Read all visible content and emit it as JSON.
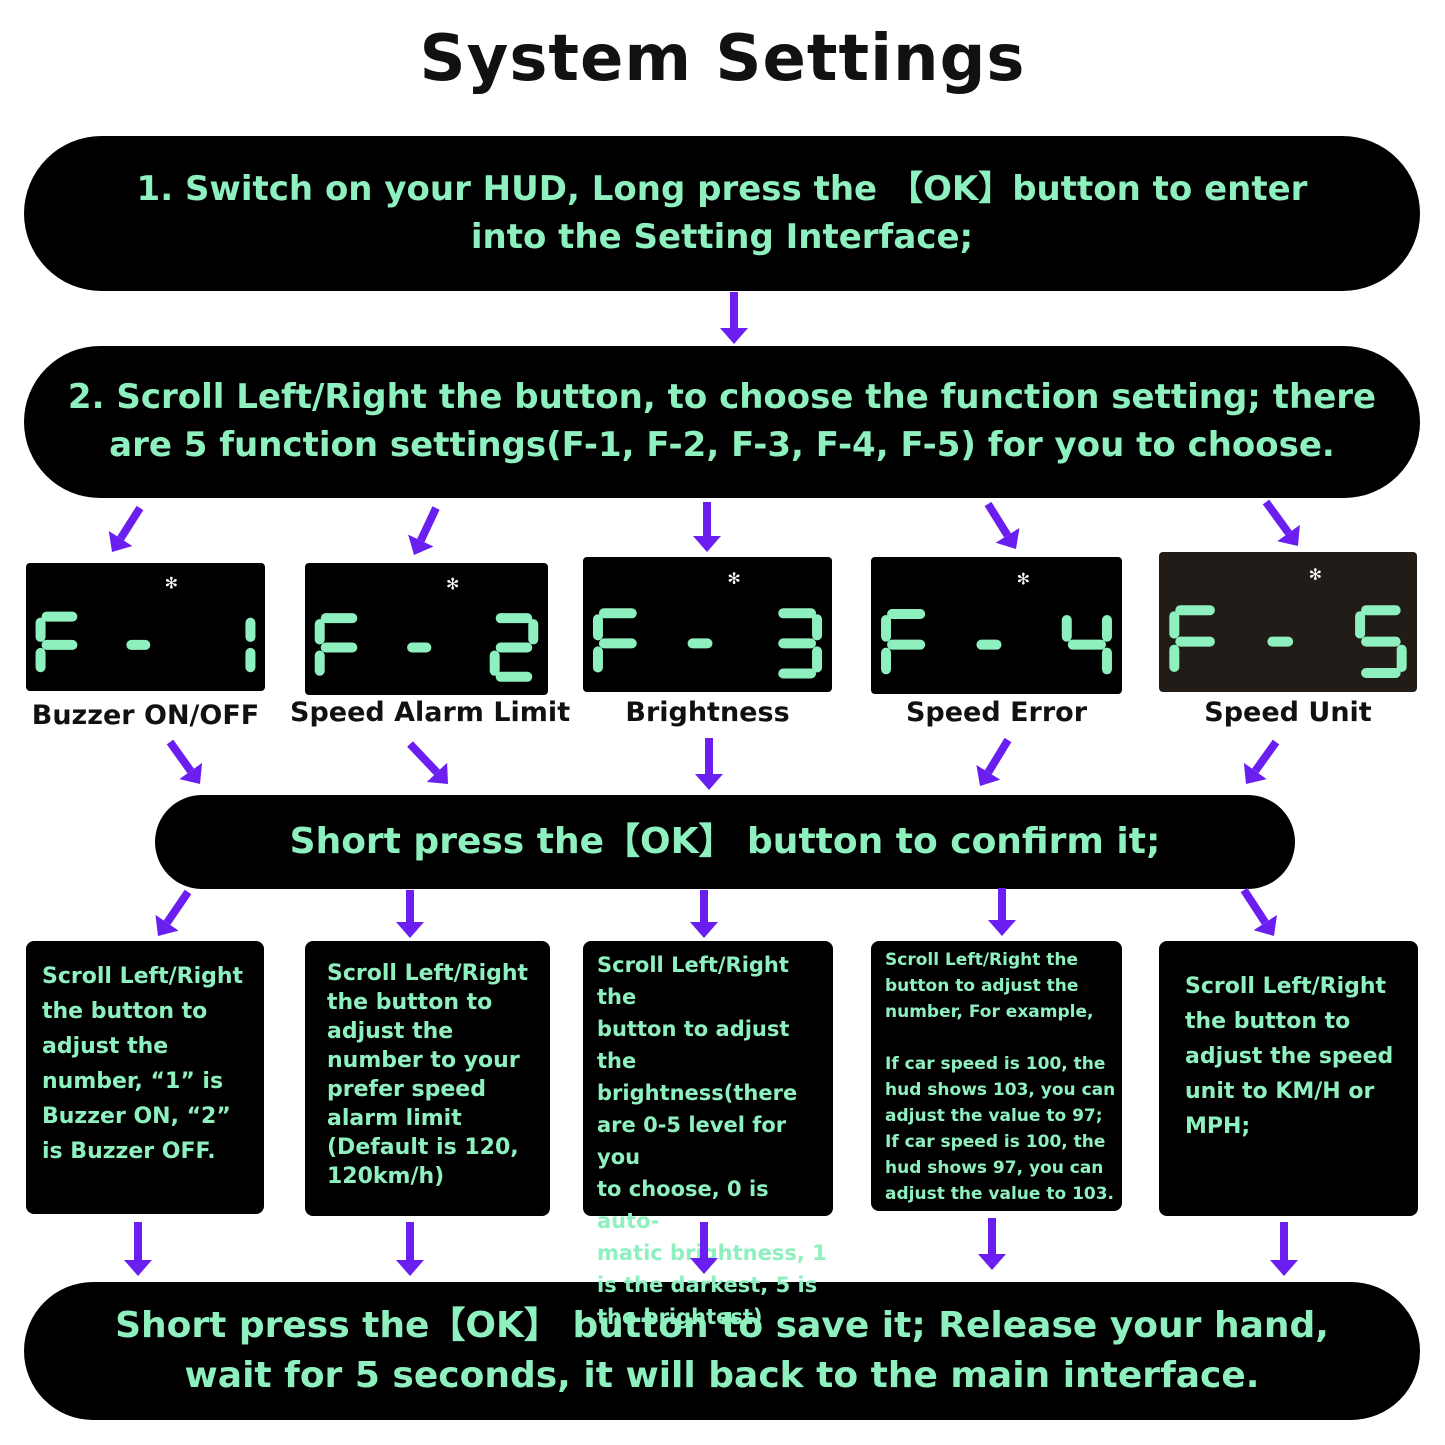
{
  "title": "System Settings",
  "steps": {
    "step1": "1. Switch on your HUD, Long press the 【OK】button to enter into the Setting Interface;",
    "step2": "2. Scroll Left/Right the button, to choose the function setting; there are 5 function settings(F-1, F-2, F-3, F-4, F-5) for you to choose.",
    "step3": "Short press the【OK】 button to confirm it;",
    "step4": "Short press the【OK】 button to save it; Release your hand, wait for 5 seconds, it will back to the main interface."
  },
  "functions": [
    {
      "code": "F-1",
      "digit": "1",
      "name": "Buzzer ON/OFF",
      "description": "Scroll Left/Right\nthe button to\nadjust the\nnumber, “1” is\nBuzzer ON, “2”\nis Buzzer OFF."
    },
    {
      "code": "F-2",
      "digit": "2",
      "name": "Speed Alarm Limit",
      "description": "Scroll Left/Right\nthe button to\nadjust the\nnumber to your\nprefer speed\nalarm limit\n(Default is 120,\n120km/h)"
    },
    {
      "code": "F-3",
      "digit": "3",
      "name": "Brightness",
      "description": "Scroll Left/Right the\nbutton to adjust the\nbrightness(there\nare 0-5 level for you\nto choose, 0 is auto-\nmatic brightness, 1\nis the darkest, 5 is\nthe brightest)"
    },
    {
      "code": "F-4",
      "digit": "4",
      "name": "Speed Error",
      "description": "Scroll Left/Right the\nbutton to adjust the\nnumber, For example,\n\nIf car speed is 100, the\nhud shows 103, you can\nadjust the value to 97;\nIf car speed is 100, the\nhud shows 97, you can\nadjust the value to 103."
    },
    {
      "code": "F-5",
      "digit": "5",
      "name": "Speed Unit",
      "description": "Scroll Left/Right\nthe button to\nadjust the speed\nunit to KM/H or\nMPH;"
    }
  ],
  "colors": {
    "arrow": "#6a1ff0",
    "text_green": "#8ff0bf",
    "segment_on": "#8ff0bf",
    "box": "#000000"
  }
}
